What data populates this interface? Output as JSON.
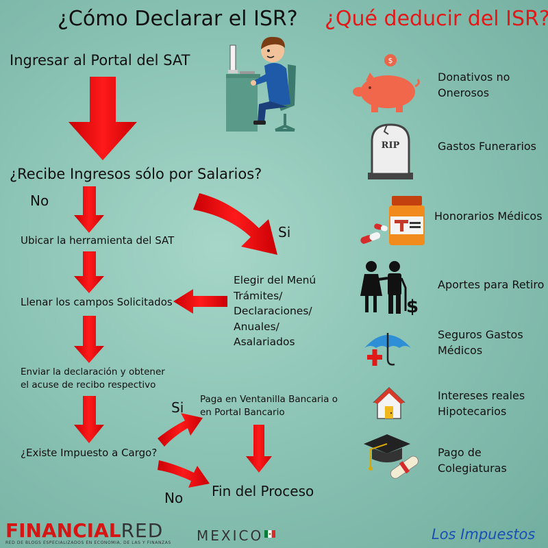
{
  "titles": {
    "left": "¿Cómo Declarar el ISR?",
    "right": "¿Qué deducir del ISR?"
  },
  "flow": {
    "portal": "Ingresar al Portal del SAT",
    "salarios": "¿Recibe Ingresos sólo por Salarios?",
    "no_1": "No",
    "si_1": "Si",
    "ubicar": "Ubicar la herramienta del SAT",
    "menu": [
      "Elegir del Menú",
      "Trámites/",
      "Declaraciones/",
      "Anuales/",
      "Asalariados"
    ],
    "llenar": "Llenar los campos Solicitados",
    "enviar": [
      "Enviar la declaración y obtener",
      "el acuse de recibo respectivo"
    ],
    "si_2": "Si",
    "paga": [
      "Paga en Ventanilla Bancaria o",
      "en Portal Bancario"
    ],
    "impuesto": "¿Existe Impuesto a Cargo?",
    "no_2": "No",
    "fin": "Fin del Proceso"
  },
  "deducciones": [
    {
      "icon": "piggy-bank-icon",
      "lines": [
        "Donativos no",
        "Onerosos"
      ]
    },
    {
      "icon": "tombstone-icon",
      "lines": [
        "Gastos Funerarios"
      ]
    },
    {
      "icon": "medicine-bottle-icon",
      "lines": [
        "Honorarios Médicos"
      ]
    },
    {
      "icon": "retired-couple-icon",
      "lines": [
        "Aportes para Retiro"
      ]
    },
    {
      "icon": "umbrella-medical-icon",
      "lines": [
        "Seguros Gastos",
        "Médicos"
      ]
    },
    {
      "icon": "house-icon",
      "lines": [
        "Intereses reales",
        "Hipotecarios"
      ]
    },
    {
      "icon": "graduation-cap-icon",
      "lines": [
        "Pago de",
        "Colegiaturas"
      ]
    }
  ],
  "icon_texts": {
    "rip": "RIP"
  },
  "footer": {
    "financial": "FINANCIAL",
    "red": "RED",
    "mexico": "MEXICO",
    "tagline": "RED DE BLOGS ESPECIALIZADOS EN ECONOMIA, DE LAS Y FINANZAS",
    "los_impuestos": "Los Impuestos"
  },
  "colors": {
    "arrow": "#e8050a",
    "title_right": "#e01919",
    "brand_red": "#d61515",
    "impuestos_blue": "#1a50b5"
  }
}
